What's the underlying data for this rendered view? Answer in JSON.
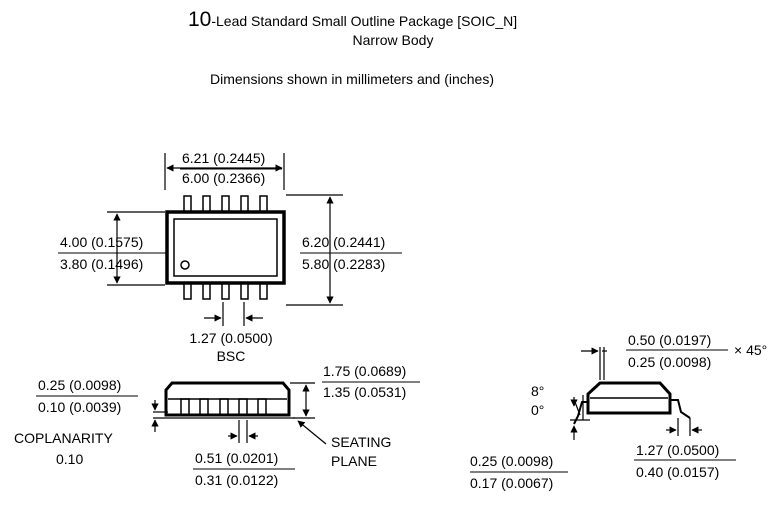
{
  "title": {
    "lead_count": "10",
    "rest": "-Lead Standard Small Outline Package [SOIC_N]",
    "subtitle": "Narrow Body"
  },
  "units_note": "Dimensions shown in millimeters and (inches)",
  "top_view": {
    "width_max": "6.21 (0.2445)",
    "width_min": "6.00 (0.2366)",
    "body_max": "4.00 (0.1575)",
    "body_min": "3.80 (0.1496)",
    "span_max": "6.20 (0.2441)",
    "span_min": "5.80 (0.2283)",
    "pitch": "1.27 (0.0500)",
    "pitch_note": "BSC"
  },
  "side_view": {
    "standoff_max": "0.25 (0.0098)",
    "standoff_min": "0.10 (0.0039)",
    "height_max": "1.75 (0.0689)",
    "height_min": "1.35 (0.0531)",
    "coplanarity_label": "COPLANARITY",
    "coplanarity_value": "0.10",
    "lead_width_max": "0.51 (0.0201)",
    "lead_width_min": "0.31 (0.0122)",
    "seating_label_1": "SEATING",
    "seating_label_2": "PLANE"
  },
  "end_view": {
    "chamfer_max": "0.50 (0.0197)",
    "chamfer_min": "0.25 (0.0098)",
    "chamfer_angle": "× 45°",
    "angle_max": "8°",
    "angle_min": "0°",
    "thickness_max": "0.25 (0.0098)",
    "thickness_min": "0.17 (0.0067)",
    "foot_max": "1.27 (0.0500)",
    "foot_min": "0.40 (0.0157)"
  }
}
